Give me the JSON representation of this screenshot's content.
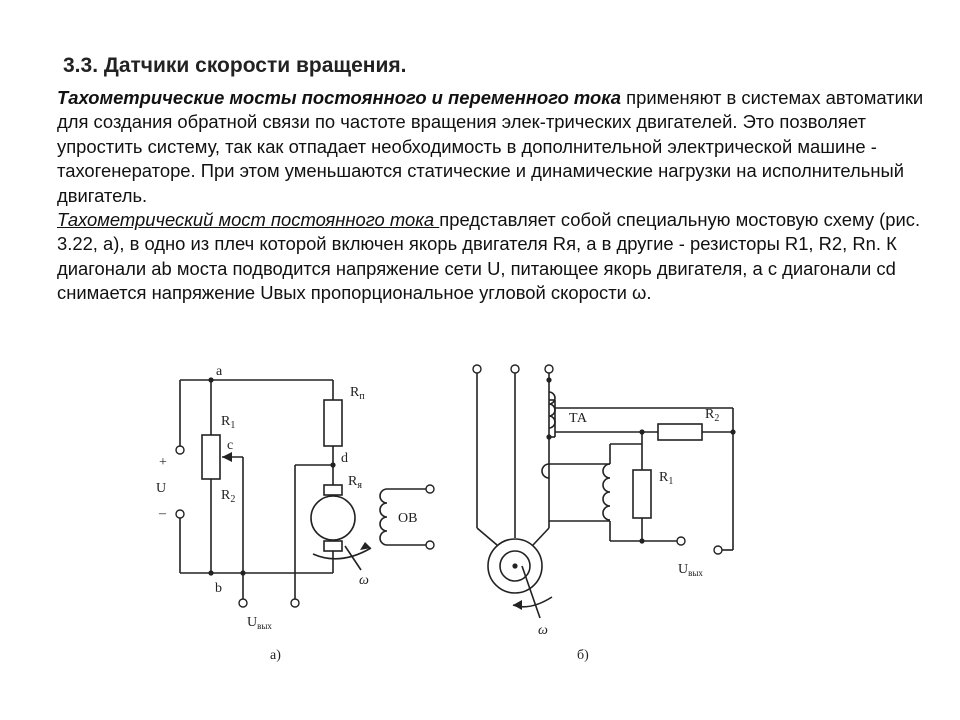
{
  "title": "3.3. Датчики скорости вращения.",
  "paragraph1": {
    "lead": "Тахометрические мосты постоянного и переменного тока",
    "rest": " применяют в системах автоматики для создания обратной связи по частоте вращения элек-трических двигателей. Это позволяет упростить систему, так как отпадает необходимость в дополнительной электрической машине - тахогенераторе. При этом уменьшаются статические и динамические нагрузки на исполнительный двигатель."
  },
  "paragraph2": {
    "lead": "Тахометрический мост постоянного тока ",
    "rest": "представляет собой специальную мостовую схему (рис. 3.22, а), в одно из плеч которой включен якорь двигателя Rя, а в другие - резисторы R1, R2, Rn. К диагонали ab моста подводится напряжение сети U, питающее якорь двигателя, а с диагонали cd снимается напряжение Uвых пропорциональное угловой скорости ω."
  },
  "figure_a": {
    "caption": "а)",
    "node_a": "a",
    "node_b": "b",
    "node_c": "c",
    "node_d": "d",
    "r1": "R",
    "r1_sub": "1",
    "r2": "R",
    "r2_sub": "2",
    "rn": "R",
    "rn_sub": "п",
    "rya": "R",
    "rya_sub": "я",
    "plus": "+",
    "u": "U",
    "minus": "–",
    "ov": "ОВ",
    "omega": "ω",
    "uout": "U",
    "uout_sub": "вых"
  },
  "figure_b": {
    "caption": "б)",
    "ta": "ТА",
    "r1": "R",
    "r1_sub": "1",
    "r2": "R",
    "r2_sub": "2",
    "omega": "ω",
    "uout": "U",
    "uout_sub": "вых"
  }
}
